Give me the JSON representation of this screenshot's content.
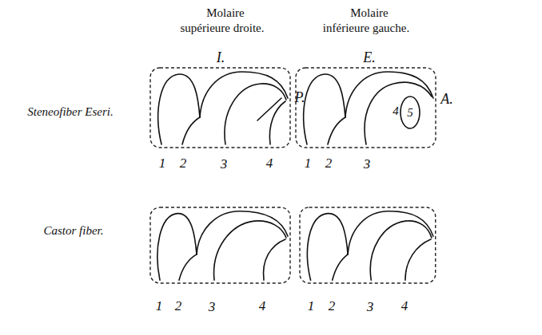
{
  "diagram": {
    "labels": [
      "Molaire supérieure droite.",
      "Molaire inférieure gauche.",
      "I.",
      "E.",
      "Steneofiber Eseri.",
      "P.",
      "4",
      "5",
      "A.",
      "1",
      "2",
      "3",
      "4",
      "1",
      "2",
      "3",
      "Castor fiber.",
      "1",
      "2",
      "3",
      "4",
      "1",
      "2",
      "3",
      "4"
    ]
  }
}
